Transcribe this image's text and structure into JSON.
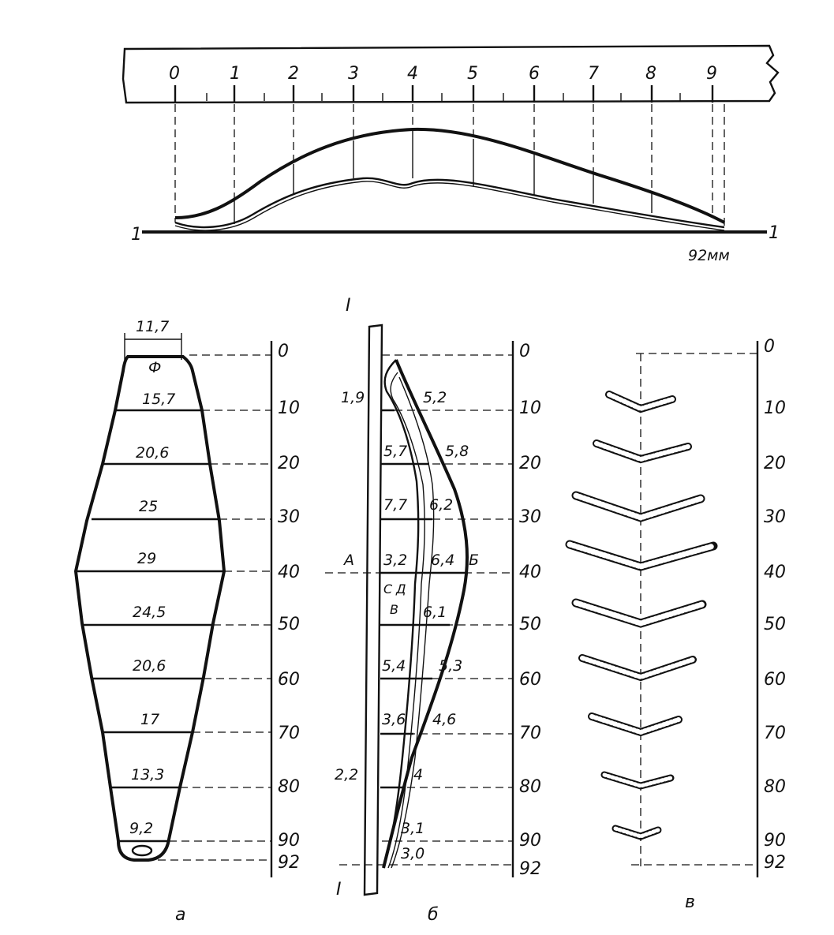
{
  "ruler": {
    "ticks": [
      "0",
      "1",
      "2",
      "3",
      "4",
      "5",
      "6",
      "7",
      "8",
      "9"
    ],
    "axis_left": "1",
    "axis_right": "1",
    "length_label": "92мм"
  },
  "scale": {
    "ticks": [
      "0",
      "10",
      "20",
      "30",
      "40",
      "50",
      "60",
      "70",
      "80",
      "90",
      "92"
    ]
  },
  "panel_a": {
    "widths": [
      "11,7",
      "15,7",
      "20,6",
      "25",
      "29",
      "24,5",
      "20,6",
      "17",
      "13,3",
      "9,2"
    ],
    "caption": "а"
  },
  "panel_b": {
    "top_label": "I",
    "bottom_label": "I",
    "left_values": [
      "1,9",
      "5,7",
      "7,7",
      "3,2",
      "5,4",
      "3,6",
      "2,2"
    ],
    "right_values": [
      "5,2",
      "5,8",
      "6,2",
      "6,4",
      "6,1",
      "5,3",
      "4,6",
      "4",
      "3,1",
      "3,0"
    ],
    "letters": {
      "a": "А",
      "b": "Б",
      "c": "С",
      "d": "Д",
      "v": "В"
    },
    "caption": "б"
  },
  "panel_v": {
    "caption": "в"
  }
}
